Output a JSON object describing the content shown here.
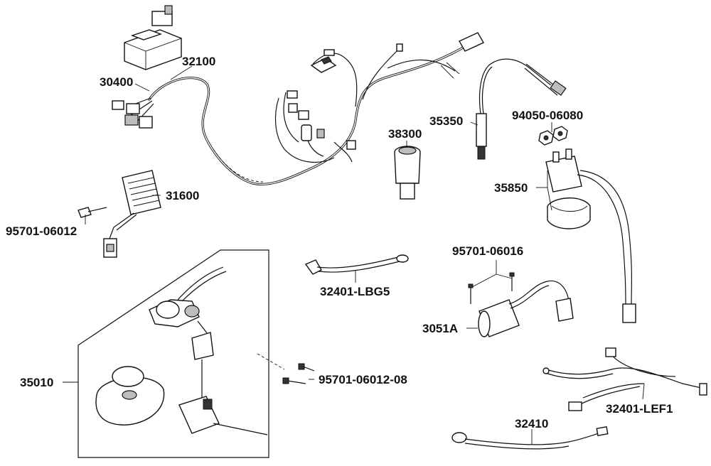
{
  "parts": {
    "p30400": "30400",
    "p32100": "32100",
    "p31600": "31600",
    "p95701_06012": "95701-06012",
    "p38300": "38300",
    "p35350": "35350",
    "p94050_06080": "94050-06080",
    "p35850": "35850",
    "p32401_lbg5": "32401-LBG5",
    "p95701_06016": "95701-06016",
    "p3051a": "3051A",
    "p35010": "35010",
    "p95701_06012_08": "95701-06012-08",
    "p32401_lef1": "32401-LEF1",
    "p32410": "32410"
  }
}
